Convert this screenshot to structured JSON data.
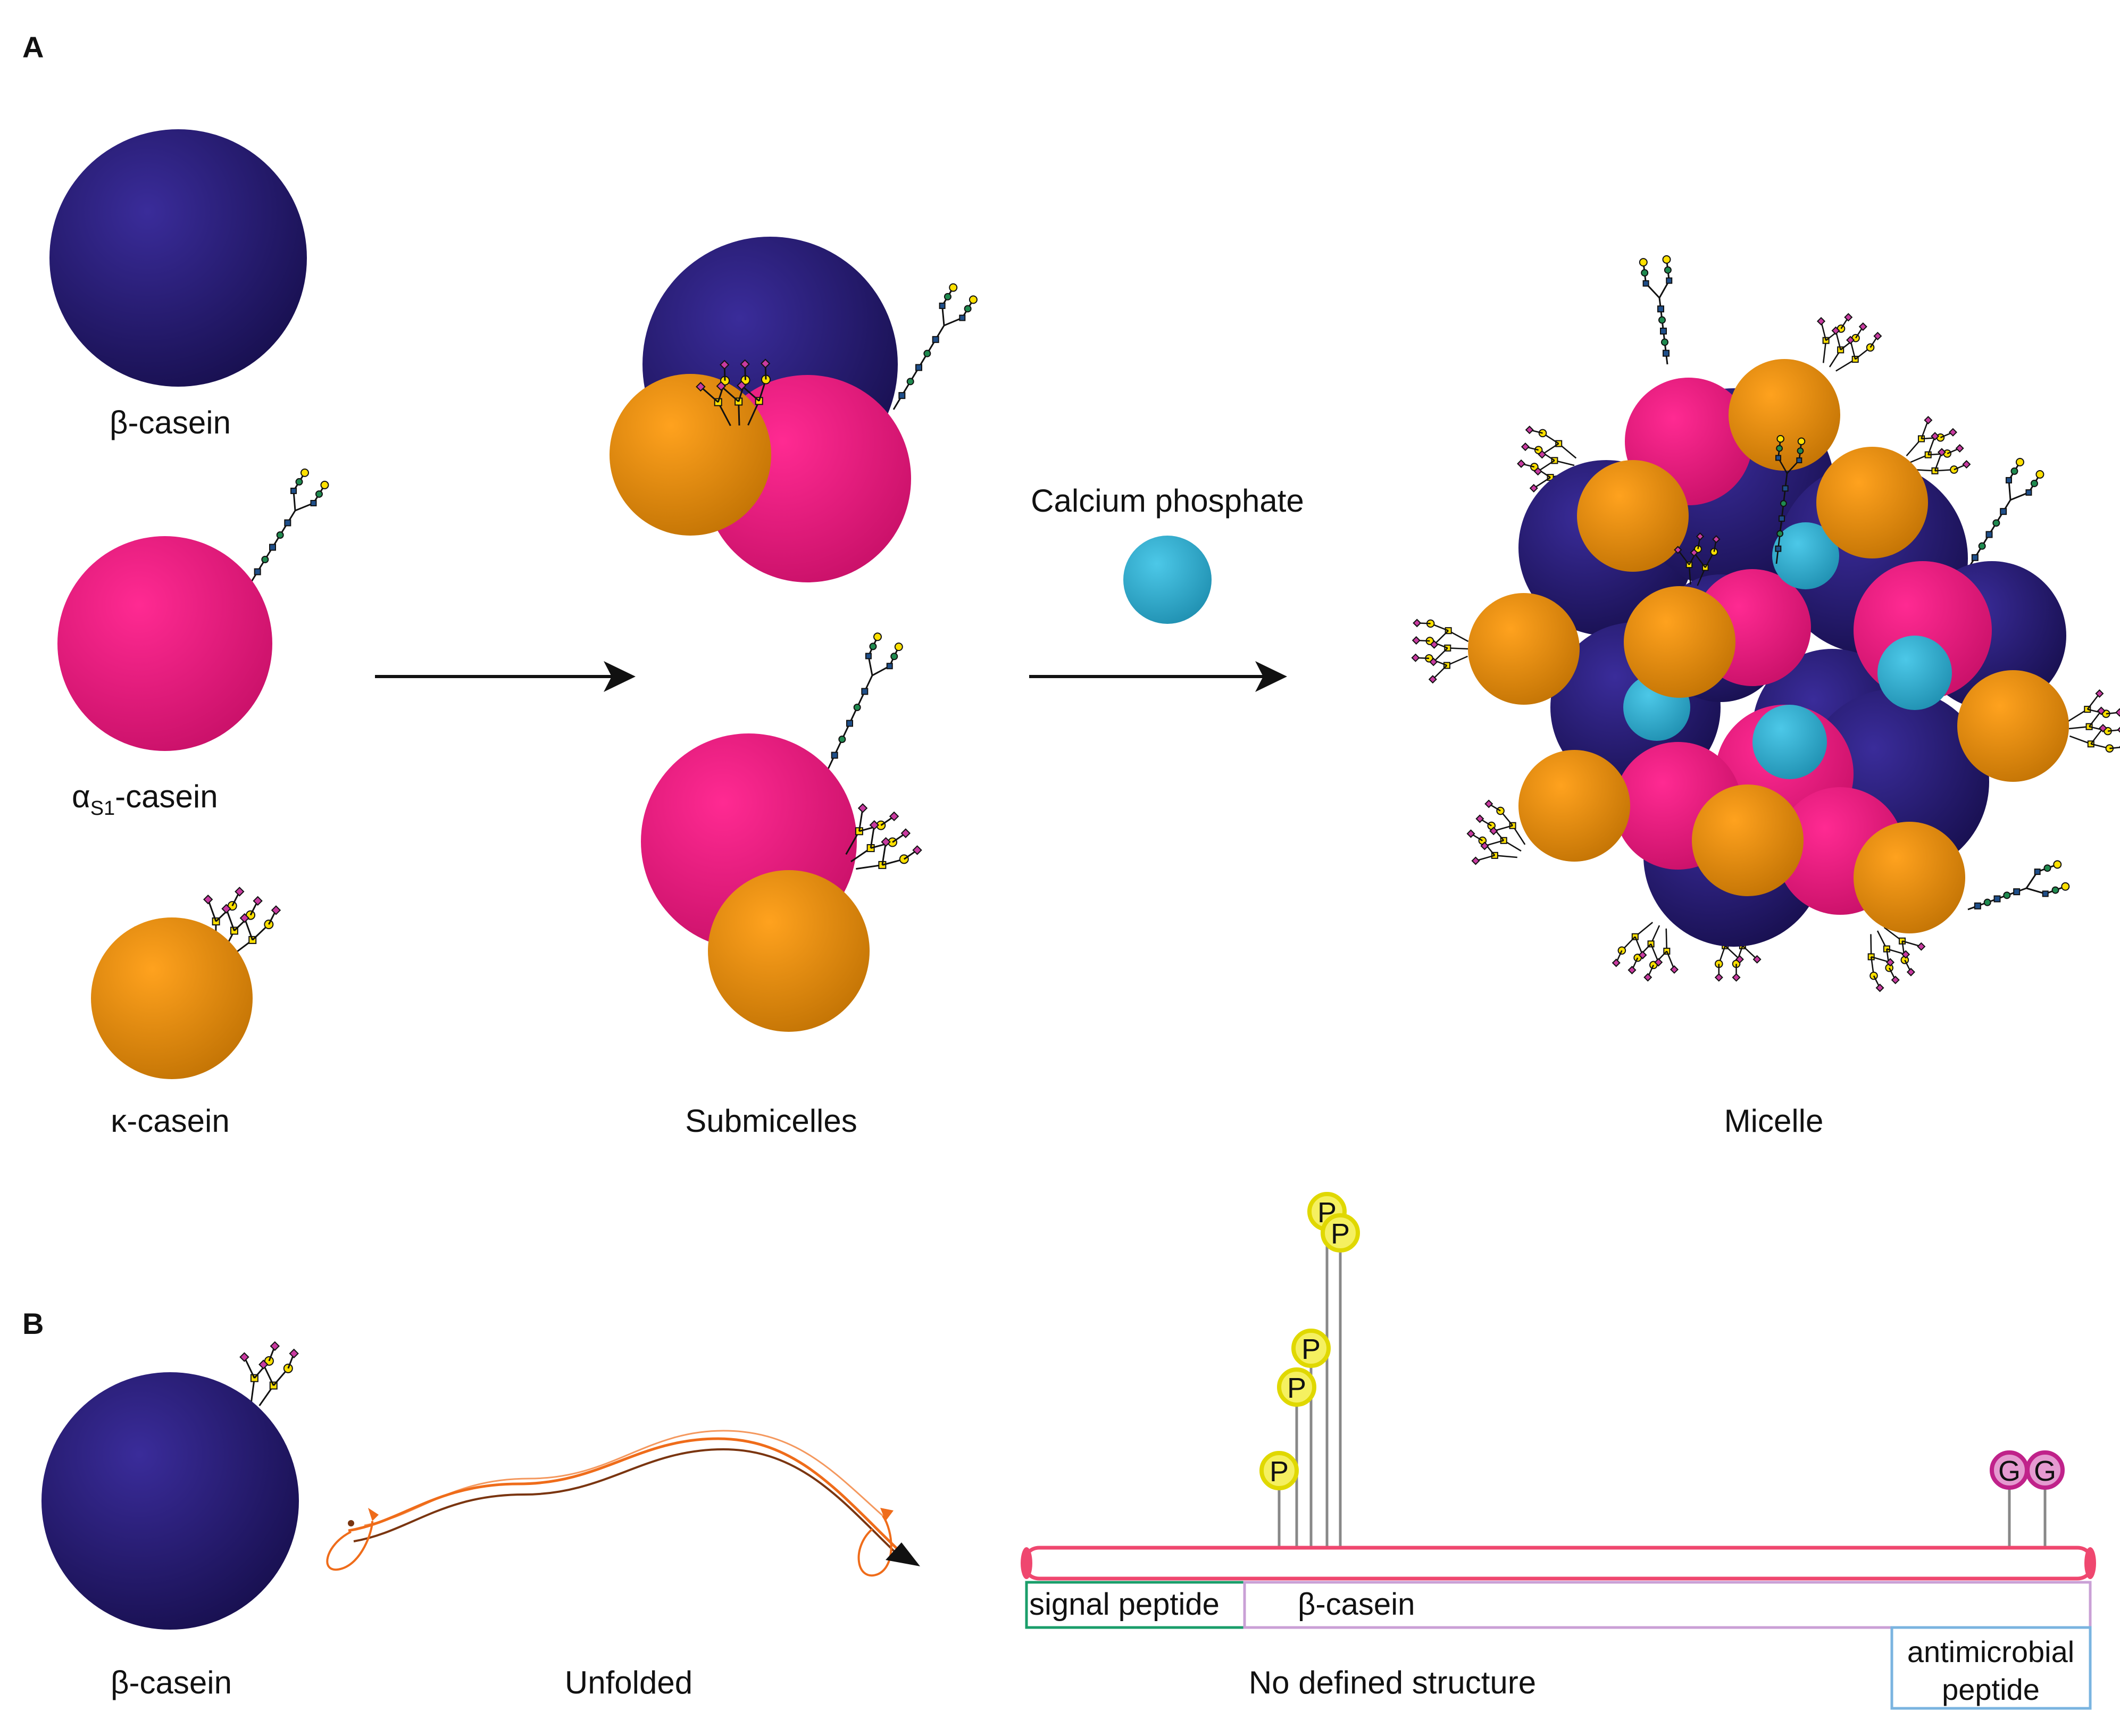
{
  "panels": {
    "a": {
      "letter": "A",
      "beta_casein": "β-casein",
      "alpha_main": "α",
      "alpha_sub": "S1",
      "alpha_rest": "-casein",
      "kappa_casein": "κ-casein",
      "submicelles": "Submicelles",
      "calcium_phosphate": "Calcium phosphate",
      "micelle": "Micelle"
    },
    "b": {
      "letter": "B",
      "beta_casein": "β-casein",
      "unfolded": "Unfolded",
      "no_structure": "No defined structure",
      "signal_peptide": "signal peptide",
      "beta_casein_region": "β-casein",
      "antimicrobial_1": "antimicrobial",
      "antimicrobial_2": "peptide",
      "phospho": "P",
      "glyco": "G"
    }
  },
  "colors": {
    "beta": "#2a1d72",
    "alpha": "#ff2280",
    "kappa": "#f59a12",
    "calcium": "#36b6d8",
    "glycan_yellow": "#ffe000",
    "glycan_magenta": "#c83aa0",
    "glycan_blue": "#1f4f8a",
    "glycan_green": "#1f8a4f",
    "backbone": "#ef476f",
    "unfolded": "#ef6c1a",
    "signal_box": "#1a9e6a",
    "beta_box": "#caa0d6",
    "amp_box": "#7ab4e0",
    "phospho_ring": "#e8e000",
    "glyco_ring": "#c0228a"
  }
}
